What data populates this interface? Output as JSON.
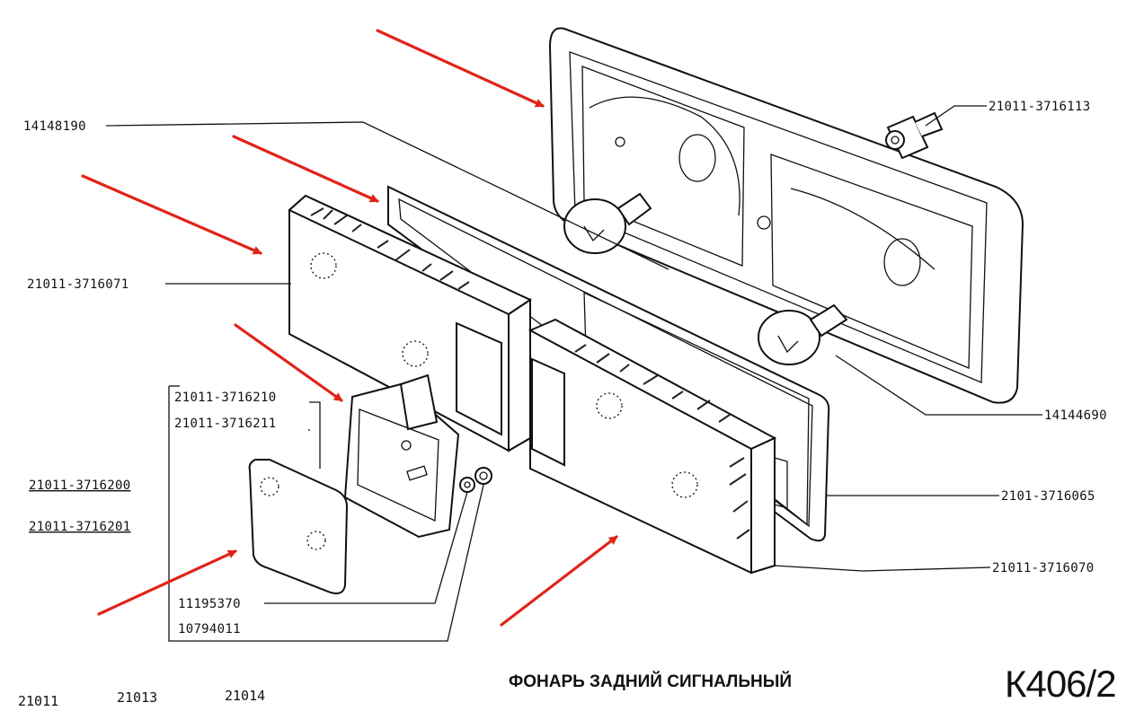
{
  "title": "ФОНАРЬ ЗАДНИЙ СИГНАЛЬНЫЙ",
  "code": "К406/2",
  "models": [
    "21011",
    "21013",
    "21014"
  ],
  "labels": {
    "lamp_socket": "21011-3716113",
    "screw_top": "14148190",
    "housing_left": "21011-3716071",
    "reflector_holder_1": "21011-3716210",
    "reflector_holder_2": "21011-3716211",
    "reflector_1": "21011-3716200",
    "reflector_2": "21011-3716201",
    "washer": "11195370",
    "nut": "10794011",
    "screw_right": "14144690",
    "gasket": "2101-3716065",
    "housing_right": "21011-3716070"
  },
  "colors": {
    "arrow": "#e02418",
    "ink": "#111111",
    "paper": "#ffffff"
  }
}
